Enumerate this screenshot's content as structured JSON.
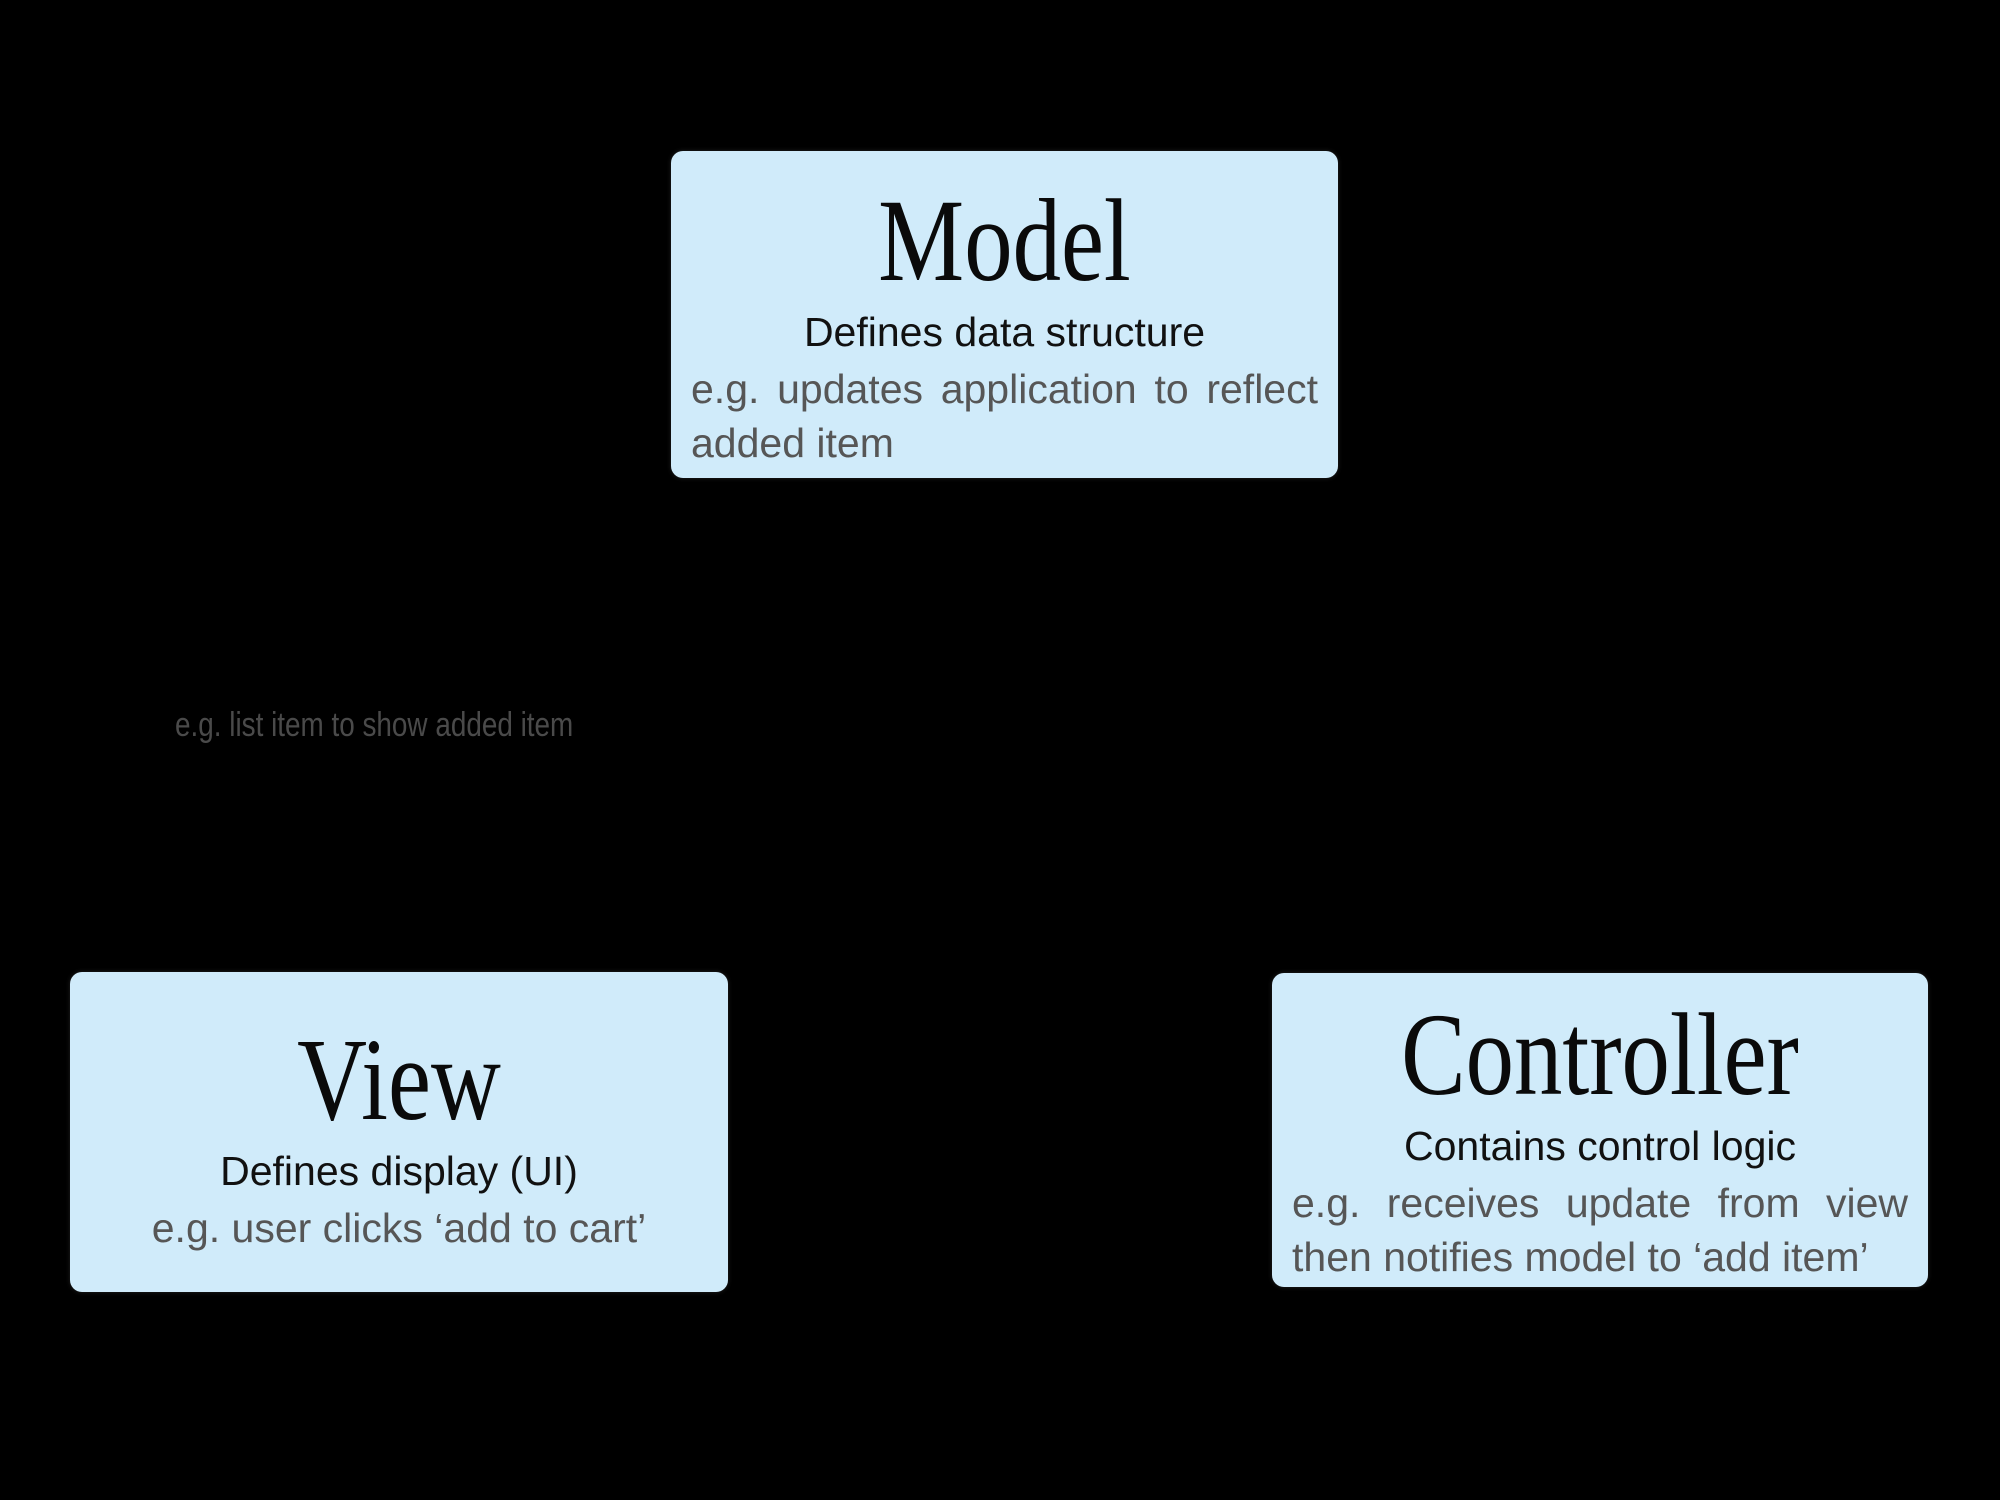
{
  "diagram": {
    "type": "mvc-architecture",
    "background_color": "#000000",
    "box_fill_color": "#d0ebfa",
    "title_text_color": "#0a0a0a",
    "subtitle_text_color": "#111111",
    "example_text_color": "#565656",
    "floating_label_color": "#4a4a4a"
  },
  "boxes": {
    "model": {
      "title": "Model",
      "subtitle": "Defines data structure",
      "example": "e.g. updates application to reflect added item"
    },
    "view": {
      "title": "View",
      "subtitle": "Defines display (UI)",
      "example": "e.g. user clicks ‘add to cart’"
    },
    "controller": {
      "title": "Controller",
      "subtitle": "Contains control logic",
      "example": "e.g. receives update from view then notifies model to ‘add item’"
    }
  },
  "labels": {
    "model_to_view": "e.g. list item to show added item"
  }
}
